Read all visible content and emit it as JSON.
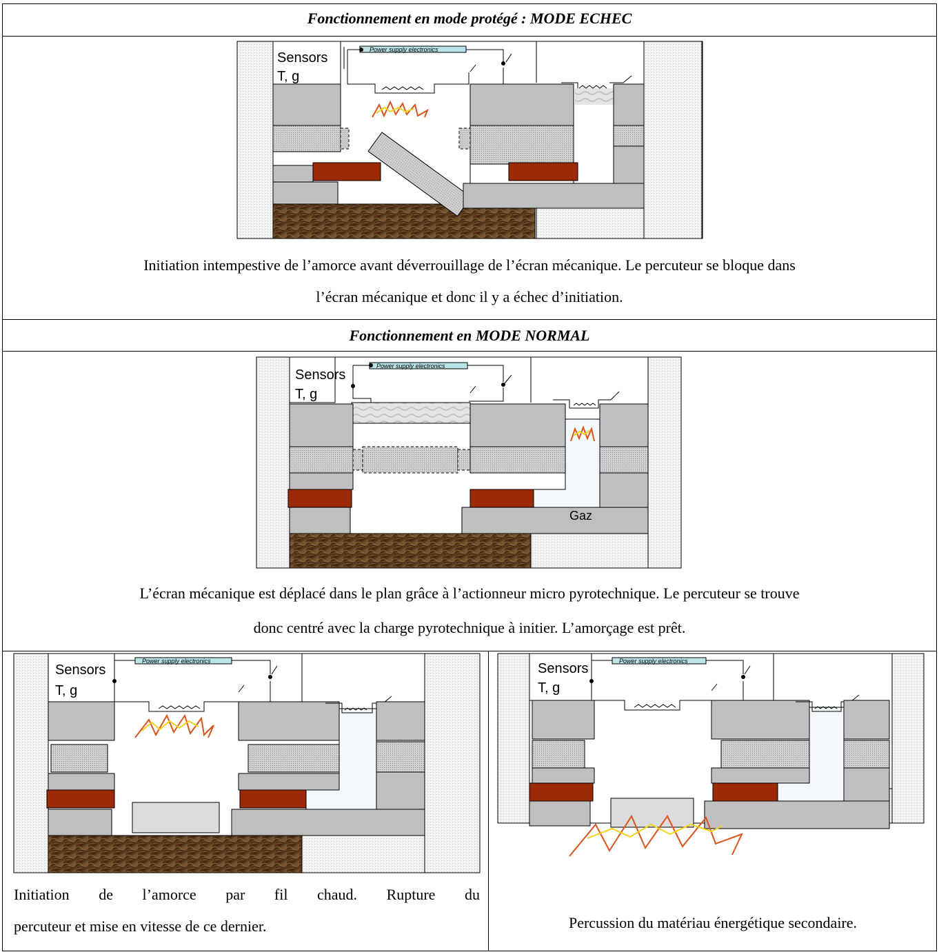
{
  "section1": {
    "title": "Fonctionnement en mode protégé : MODE ECHEC",
    "caption_line1": "Initiation intempestive de l’amorce avant déverrouillage de l’écran mécanique. Le percuteur se bloque dans",
    "caption_line2": "l’écran mécanique et donc il y a échec d’initiation."
  },
  "section2": {
    "title": "Fonctionnement en MODE NORMAL",
    "caption_line1": "L’écran mécanique est déplacé dans le plan grâce à l’actionneur micro pyrotechnique. Le percuteur se trouve",
    "caption_line2": "donc centré avec la charge pyrotechnique à initier. L’amorçage est prêt."
  },
  "section3": {
    "caption_line1": "Initiation de l’amorce par fil chaud. Rupture du",
    "caption_line2": "percuteur et mise en vitesse de ce dernier."
  },
  "section4": {
    "caption": "Percussion du matériau énergétique secondaire."
  },
  "diagram_labels": {
    "sensors": "Sensors",
    "tg": "T, g",
    "power": "Power supply electronics",
    "gaz": "Gaz"
  },
  "colors": {
    "gray_block": "#bfbfbf",
    "rust_block": "#9c2a06",
    "dirt": "#5a3a1c",
    "spark_outer": "#d9541a",
    "spark_inner": "#f2d21c",
    "label_box": "#b9e3e6"
  }
}
